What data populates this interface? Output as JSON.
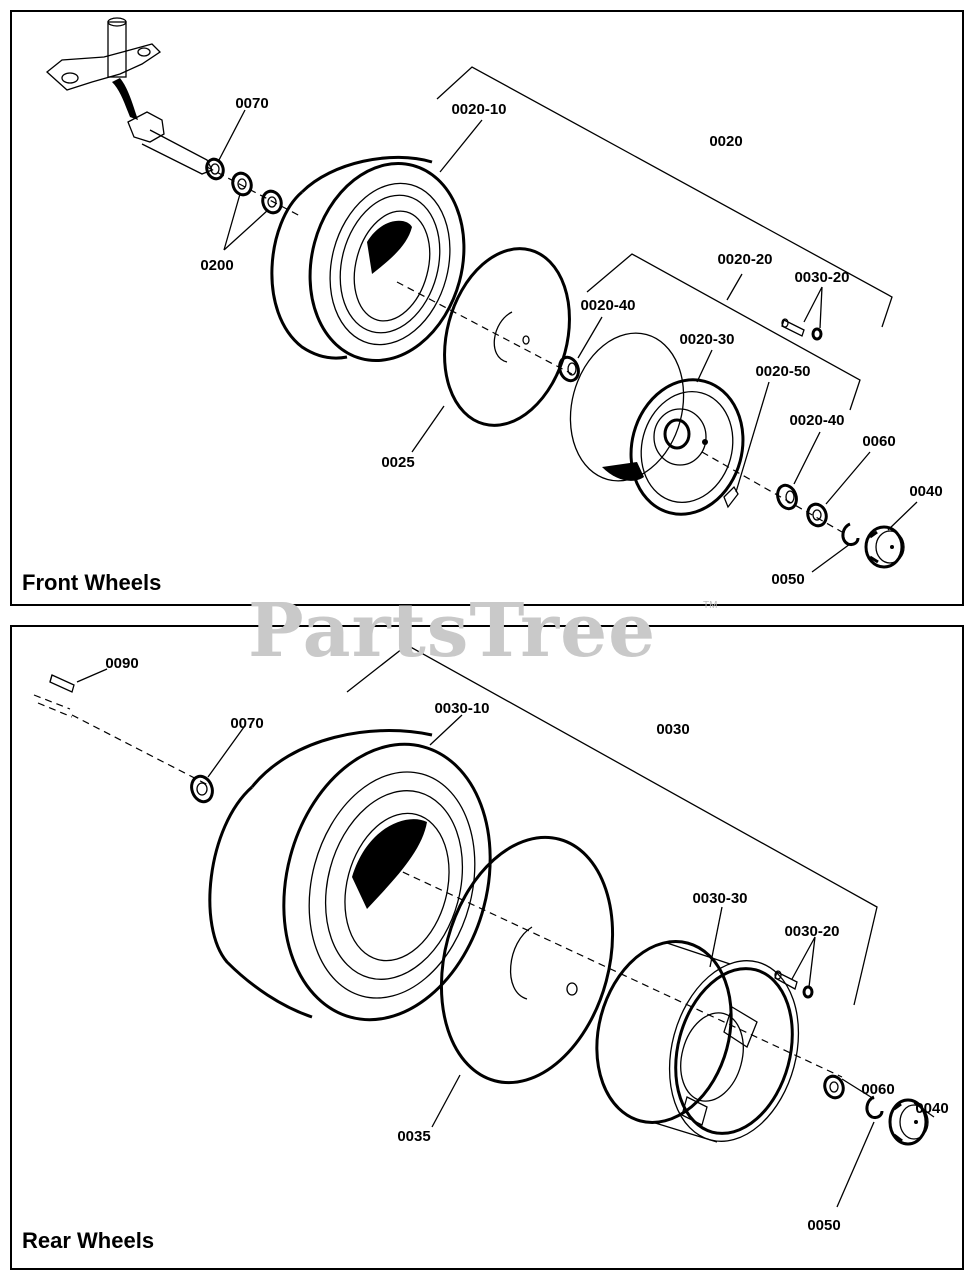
{
  "watermark": {
    "text": "PartsTree",
    "tm": "TM"
  },
  "front": {
    "title": "Front Wheels",
    "labels": {
      "l0070": "0070",
      "l0200": "0200",
      "l0020_10": "0020-10",
      "l0020": "0020",
      "l0025": "0025",
      "l0020_20": "0020-20",
      "l0030_20": "0030-20",
      "l0020_40a": "0020-40",
      "l0020_30": "0020-30",
      "l0020_50": "0020-50",
      "l0020_40b": "0020-40",
      "l0060": "0060",
      "l0040": "0040",
      "l0050": "0050"
    }
  },
  "rear": {
    "title": "Rear Wheels",
    "labels": {
      "l0090": "0090",
      "l0070": "0070",
      "l0030_10": "0030-10",
      "l0030": "0030",
      "l0030_30": "0030-30",
      "l0030_20": "0030-20",
      "l0035": "0035",
      "l0060": "0060",
      "l0040": "0040",
      "l0050": "0050"
    }
  }
}
